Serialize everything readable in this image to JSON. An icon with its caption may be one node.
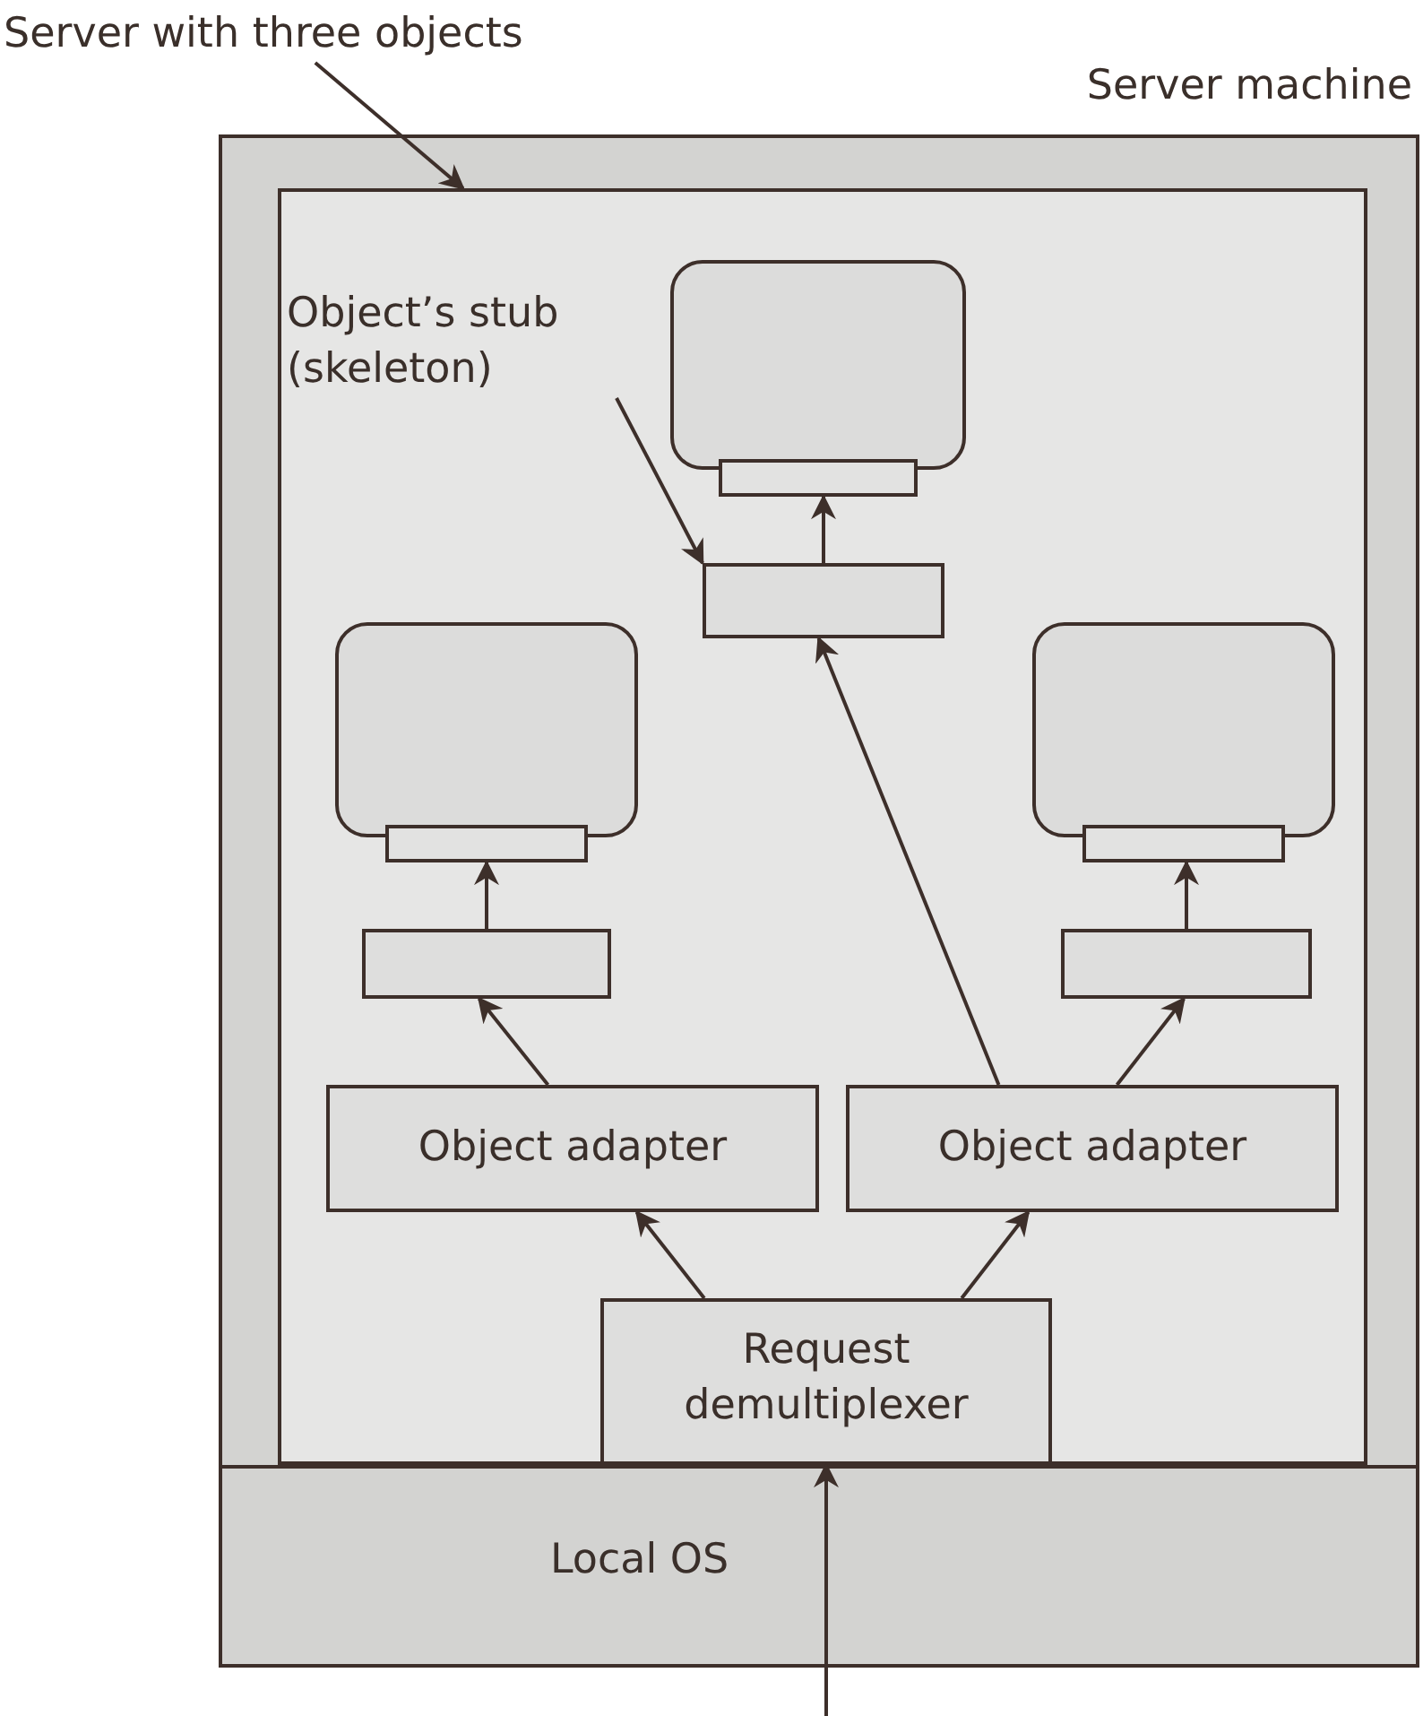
{
  "diagram": {
    "nodes": [
      {
        "text": [
          "Server with three objects"
        ]
      },
      {
        "text": [
          "Server machine"
        ]
      },
      {
        "text": [],
        "shape": "box",
        "in": 1
      },
      {
        "text": [
          "Object’s stub (skeleton)"
        ],
        "in": 2
      },
      {
        "text": [],
        "shape": "box",
        "in": 2
      },
      {
        "text": [],
        "shape": "bar",
        "in": 2
      },
      {
        "text": [],
        "shape": "box",
        "in": 2
      },
      {
        "text": [],
        "shape": "box",
        "in": 2
      },
      {
        "text": [],
        "shape": "bar",
        "in": 2
      },
      {
        "text": [],
        "shape": "box",
        "in": 2
      },
      {
        "text": [],
        "shape": "box",
        "in": 2
      },
      {
        "text": [],
        "shape": "bar",
        "in": 2
      },
      {
        "text": [],
        "shape": "box",
        "in": 2
      },
      {
        "text": [
          "Object adapter"
        ],
        "in": 2
      },
      {
        "text": [
          "Object adapter"
        ],
        "in": 2
      },
      {
        "text": [
          "Request demultiplexer"
        ],
        "in": 2
      },
      {
        "text": [
          "Local OS"
        ],
        "in": 1
      }
    ],
    "edges": [
      {
        "from": 0,
        "to": 2,
        "arrow": "to"
      },
      {
        "from": 3,
        "to": 6,
        "arrow": "to"
      },
      {
        "from": 6,
        "to": 5,
        "arrow": "to"
      },
      {
        "from": 9,
        "to": 8,
        "arrow": "to"
      },
      {
        "from": 12,
        "to": 11,
        "arrow": "to"
      },
      {
        "from": 13,
        "to": 9,
        "arrow": "to"
      },
      {
        "from": 14,
        "to": 6,
        "arrow": "to"
      },
      {
        "from": 14,
        "to": 12,
        "arrow": "to"
      },
      {
        "from": 15,
        "to": 13,
        "arrow": "to"
      },
      {
        "from": 15,
        "to": 14,
        "arrow": "to"
      },
      {
        "from": null,
        "to": 15,
        "arrow": "to"
      }
    ]
  }
}
